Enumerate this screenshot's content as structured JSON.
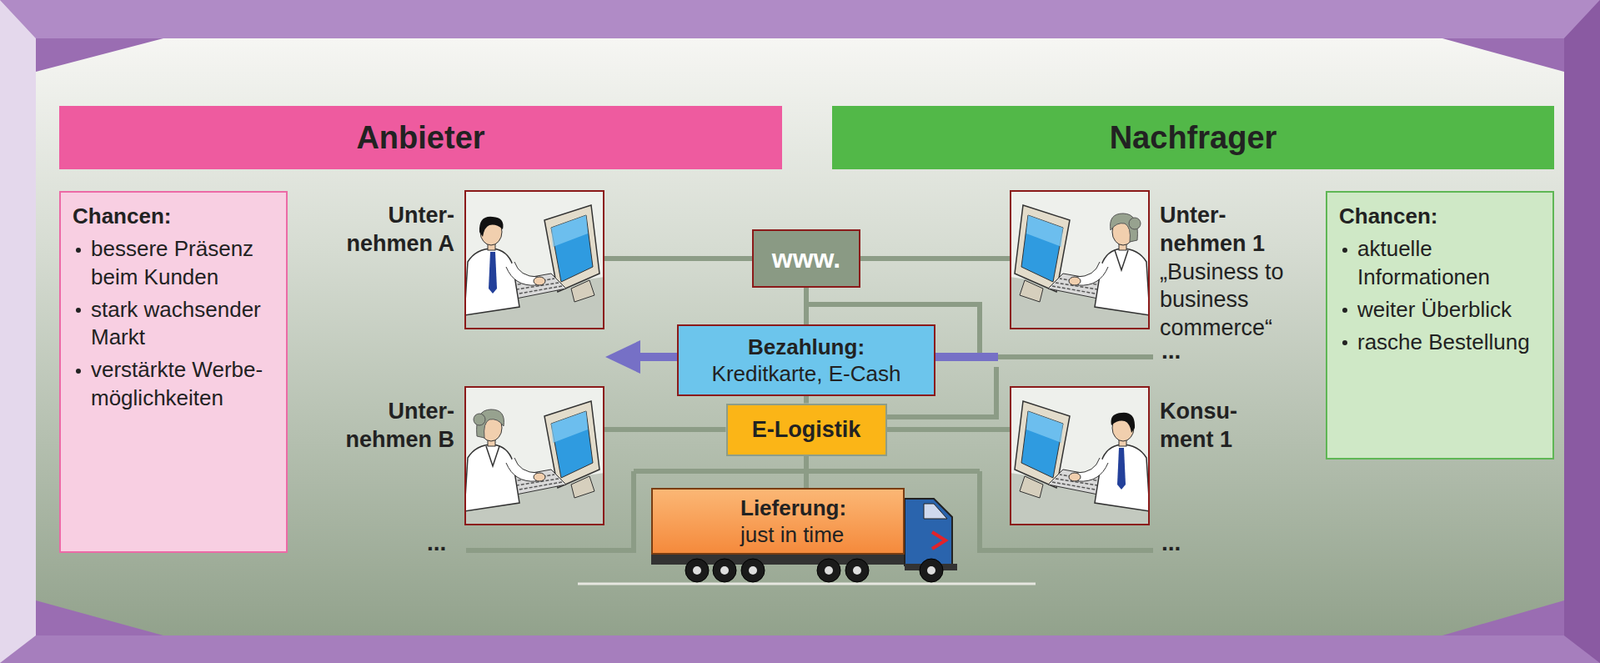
{
  "diagram": {
    "nodes": [
      {
        "text": [
          "Anbieter"
        ]
      },
      {
        "text": [
          "Nachfrager"
        ]
      },
      {
        "text": [
          "Chancen:",
          "bessere Präsenz beim Kunden",
          "stark wachsender Markt",
          "verstärkte Werbe- möglichkeiten"
        ]
      },
      {
        "text": [
          "Unter- nehmen A"
        ]
      },
      {
        "text": [
          "www."
        ]
      },
      {
        "text": [
          "Unter- nehmen 1",
          "„Business to business commerce“"
        ]
      },
      {
        "text": [
          "Chancen:",
          "aktuelle Informationen",
          "weiter Überblick",
          "rasche Bestellung"
        ]
      },
      {
        "text": [
          "Bezahlung:",
          "Kreditkarte, E-Cash"
        ]
      },
      {
        "text": [
          "Unter- nehmen B"
        ]
      },
      {
        "text": [
          "E-Logistik"
        ]
      },
      {
        "text": [
          "Konsu- ment 1"
        ]
      },
      {
        "text": [
          "Lieferung:",
          "just in time"
        ]
      }
    ],
    "edges": [
      {
        "from": 3,
        "to": 4,
        "arrow": "none"
      },
      {
        "from": 4,
        "to": 5,
        "arrow": "none"
      },
      {
        "from": 4,
        "to": 7,
        "arrow": "none"
      },
      {
        "from": 7,
        "to": 9,
        "arrow": "none"
      },
      {
        "from": 9,
        "to": 11,
        "arrow": "none"
      },
      {
        "from": 8,
        "to": 9,
        "arrow": "none"
      },
      {
        "from": 9,
        "to": 10,
        "arrow": "none"
      }
    ],
    "labels": [
      "...",
      "...",
      "..."
    ]
  }
}
